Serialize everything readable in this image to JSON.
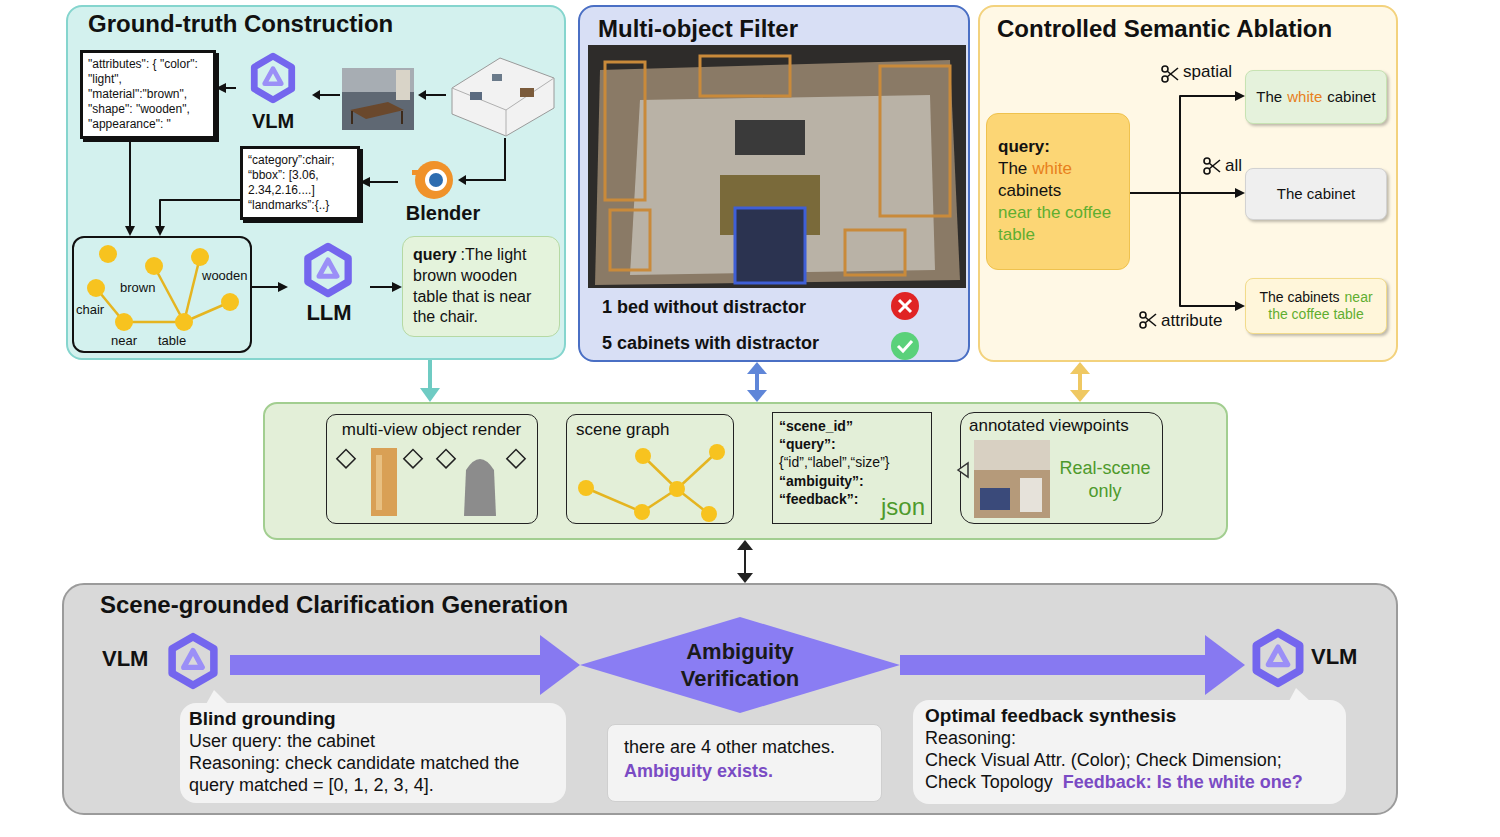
{
  "diagram": {
    "nodes": [
      {
        "text": [
          "Ground-truth Construction"
        ]
      },
      {
        "text": [
          "\"attributes\": { \"color\": \"light\", \"material\":\"brown\", \"shape\": \"wooden\", \"appearance\": \""
        ],
        "in": 0
      },
      {
        "text": [
          "VLM"
        ],
        "in": 0
      },
      {
        "text": [
          "“category”:chair; “bbox”: [3.06, 2.34,2.16....] “landmarks”:{..}"
        ],
        "in": 0
      },
      {
        "text": [
          "Blender"
        ],
        "in": 0
      },
      {
        "text": [
          "brown",
          "wooden",
          "chair",
          "near",
          "table"
        ],
        "in": 0
      },
      {
        "text": [
          "LLM"
        ],
        "in": 0
      },
      {
        "text": [
          "query",
          ":The light brown wooden table that is near the chair."
        ],
        "in": 0
      },
      {
        "text": [
          "Multi-object Filter",
          "1 bed without distractor",
          "5 cabinets with distractor"
        ]
      },
      {
        "text": [
          "Controlled Semantic Ablation"
        ]
      },
      {
        "text": [
          "query:",
          "The",
          "white",
          "cabinets",
          "near the coffee table"
        ],
        "in": 9
      },
      {
        "text": [
          "The",
          "white",
          "cabinet"
        ],
        "in": 9
      },
      {
        "text": [
          "The cabinet"
        ],
        "in": 9
      },
      {
        "text": [
          "The cabinets",
          "near the coffee table"
        ],
        "in": 9
      },
      {
        "text": []
      },
      {
        "text": [
          "multi-view object render"
        ],
        "in": 14
      },
      {
        "text": [
          "scene graph"
        ],
        "in": 14
      },
      {
        "text": [
          "“scene_id”",
          "“query”:",
          "{“id”,“label”,“size”}",
          "“ambiguity”:",
          "“feedback”:",
          "json"
        ],
        "in": 14
      },
      {
        "text": [
          "annotated viewpoints",
          "Real-scene only"
        ],
        "in": 14
      },
      {
        "text": [
          "Scene-grounded Clarification Generation"
        ]
      },
      {
        "text": [
          "VLM"
        ],
        "in": 19
      },
      {
        "text": [
          "Blind grounding",
          "User query: the cabinet",
          "Reasoning: check candidate matched the query matched = [0, 1, 2, 3, 4]."
        ],
        "in": 19
      },
      {
        "text": [
          "Ambiguity Verification"
        ],
        "in": 19
      },
      {
        "text": [
          "there are 4 other matches.",
          "Ambiguity exists."
        ],
        "in": 19
      },
      {
        "text": [
          "Optimal feedback synthesis",
          "Reasoning:",
          "Check Visual Attr. (Color); Check Dimension;",
          "Check Topology",
          "Feedback: Is the white one?"
        ],
        "in": 19
      },
      {
        "text": [
          "VLM"
        ],
        "in": 19
      }
    ],
    "edges": [
      {
        "from": 2,
        "to": 1,
        "arrow": "to"
      },
      {
        "from": 4,
        "to": 3,
        "arrow": "to"
      },
      {
        "from": 1,
        "to": 5,
        "arrow": "to"
      },
      {
        "from": 3,
        "to": 5,
        "arrow": "to"
      },
      {
        "from": 5,
        "to": 6,
        "arrow": "to"
      },
      {
        "from": 6,
        "to": 7,
        "arrow": "to"
      },
      {
        "from": 0,
        "to": 14,
        "arrow": "to"
      },
      {
        "from": 8,
        "to": 14,
        "arrow": "both"
      },
      {
        "from": 9,
        "to": 14,
        "arrow": "both"
      },
      {
        "from": 14,
        "to": 19,
        "arrow": "both"
      },
      {
        "from": 10,
        "to": 11,
        "label": "spatial",
        "arrow": "to"
      },
      {
        "from": 10,
        "to": 12,
        "label": "all",
        "arrow": "to"
      },
      {
        "from": 10,
        "to": 13,
        "label": "attribute",
        "arrow": "to"
      },
      {
        "from": 20,
        "to": 22,
        "arrow": "to"
      },
      {
        "from": 22,
        "to": 25,
        "arrow": "to"
      }
    ]
  }
}
